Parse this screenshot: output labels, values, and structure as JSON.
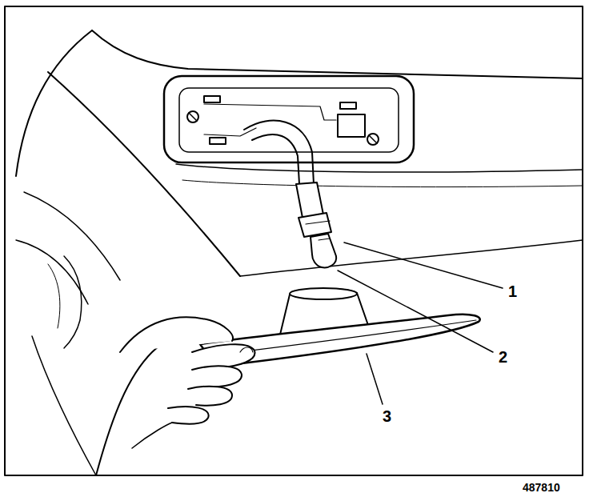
{
  "diagram": {
    "labels": [
      "1",
      "2",
      "3",
      "487810"
    ]
  }
}
